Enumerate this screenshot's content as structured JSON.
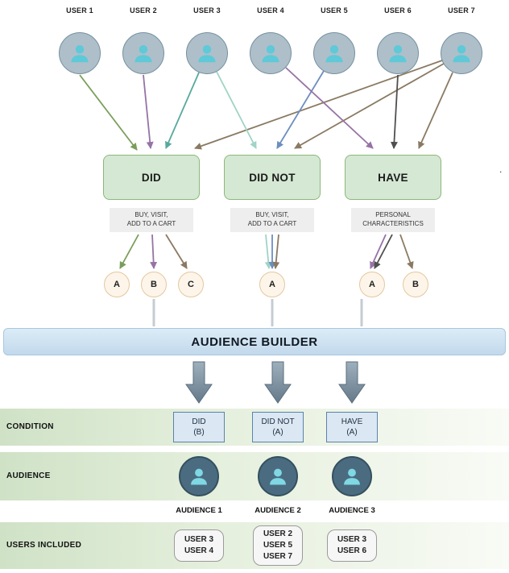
{
  "users": [
    {
      "label": "USER 1"
    },
    {
      "label": "USER 2"
    },
    {
      "label": "USER 3"
    },
    {
      "label": "USER 4"
    },
    {
      "label": "USER 5"
    },
    {
      "label": "USER 6"
    },
    {
      "label": "USER 7"
    }
  ],
  "funnel": {
    "boxes": [
      {
        "title": "DID",
        "criteria": "BUY, VISIT,\nADD TO A CART",
        "outcomes": [
          "A",
          "B",
          "C"
        ]
      },
      {
        "title": "DID NOT",
        "criteria": "BUY, VISIT,\nADD TO A CART",
        "outcomes": [
          "A"
        ]
      },
      {
        "title": "HAVE",
        "criteria": "PERSONAL\nCHARACTERISTICS",
        "outcomes": [
          "A",
          "B"
        ]
      }
    ]
  },
  "banner": {
    "label": "AUDIENCE BUILDER"
  },
  "result_rows": {
    "condition": {
      "label": "CONDITION",
      "items": [
        {
          "text": "DID\n(B)"
        },
        {
          "text": "DID NOT\n(A)"
        },
        {
          "text": "HAVE\n(A)"
        }
      ]
    },
    "audience": {
      "label": "AUDIENCE",
      "items": [
        {
          "label": "AUDIENCE 1"
        },
        {
          "label": "AUDIENCE 2"
        },
        {
          "label": "AUDIENCE 3"
        }
      ]
    },
    "users_included": {
      "label": "USERS INCLUDED",
      "items": [
        {
          "text": "USER 3\nUSER 4"
        },
        {
          "text": "USER 2\nUSER 5\nUSER 7"
        },
        {
          "text": "USER 3\nUSER 6"
        }
      ]
    }
  },
  "stray_mark": ".",
  "colors": {
    "box_green": "#d5e8d4",
    "banner_blue": "#cfe2f3",
    "arrow_green": "#7a9e5a",
    "arrow_purple": "#9673a6",
    "arrow_teal": "#57a99e",
    "arrow_teal_light": "#9fd4c6",
    "arrow_blue": "#6c8ebf",
    "arrow_dark": "#4f4f4f",
    "arrow_brown": "#8a7a62",
    "avatar_fill": "#aebfca",
    "audience_circle_fill": "#4b6c80",
    "person_icon_teal": "#5fc9d8"
  }
}
